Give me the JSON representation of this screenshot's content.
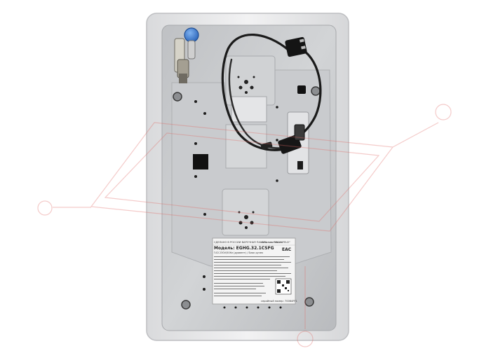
{
  "label": {
    "header": "СДЕЛАНО В РОССИИ ВАРОЧНАЯ ПАНЕЛЬ т.м. \"MAUNFELD\"",
    "model": "Модель: EGHG.32.1CSFG",
    "model_sub": "ГАЗ 230V/50Hz (дуовент) / Блок ручек",
    "serial": "серийный номер: 70064FF1",
    "website": "www.maunfeld.ru",
    "mark": "EAC"
  },
  "colors": {
    "panel": "#c7c9cc",
    "frame": "#e8e9eb",
    "valve_cap": "#3b7fd9",
    "cord": "#1b1b1b",
    "watermark": "#d9534f"
  }
}
